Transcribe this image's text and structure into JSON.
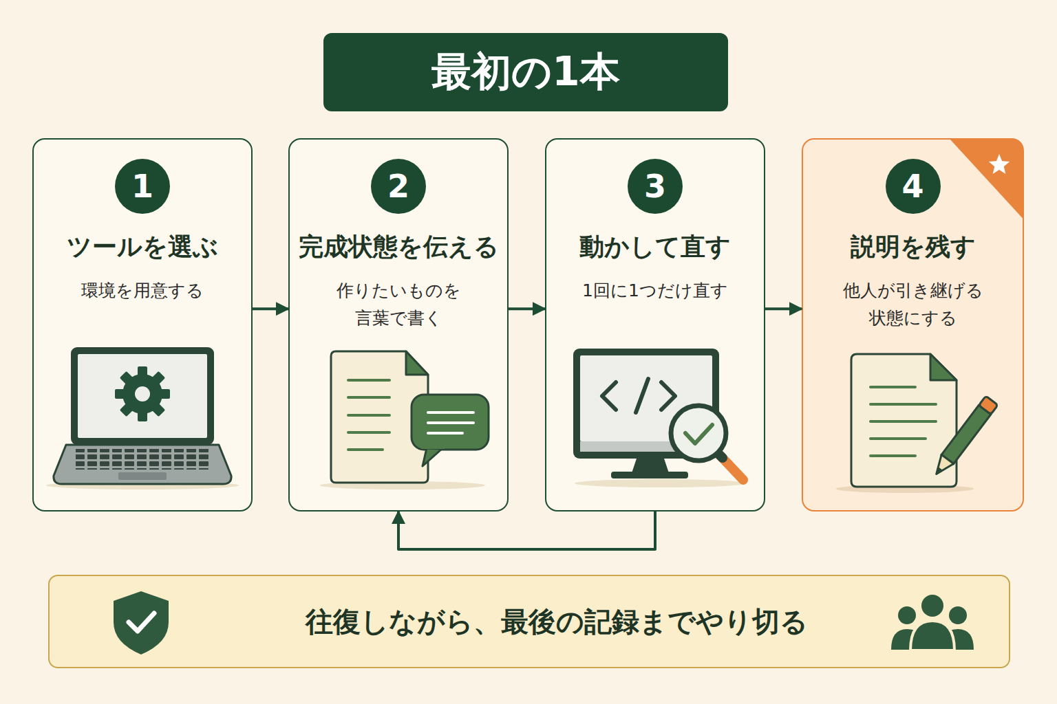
{
  "diagram": {
    "title": "最初の1本",
    "nodes": [
      {
        "text": [
          "1",
          "ツールを選ぶ",
          "環境を用意する"
        ]
      },
      {
        "text": [
          "2",
          "完成状態を伝える",
          "作りたいものを 言葉で書く"
        ]
      },
      {
        "text": [
          "3",
          "動かして直す",
          "1回に1つだけ直す"
        ]
      },
      {
        "text": [
          "4",
          "説明を残す",
          "他人が引き継げる 状態にする"
        ]
      },
      {
        "text": [
          "往復しながら、最後の記録までやり切る"
        ]
      }
    ],
    "edges": [
      {
        "from": 0,
        "to": 1,
        "arrow": "to"
      },
      {
        "from": 1,
        "to": 2,
        "arrow": "to"
      },
      {
        "from": 2,
        "to": 3,
        "arrow": "to"
      },
      {
        "from": 2,
        "to": 1,
        "arrow": "to"
      }
    ]
  }
}
